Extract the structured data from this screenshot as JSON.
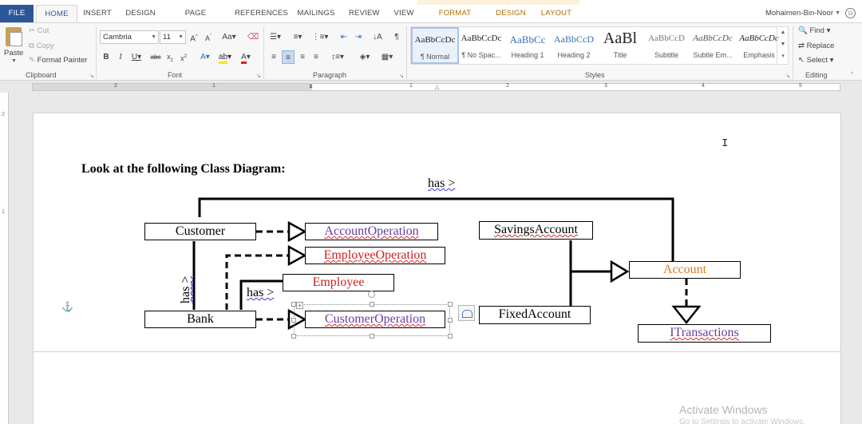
{
  "ribbon_tabs": {
    "file": "FILE",
    "home": "HOME",
    "insert": "INSERT",
    "design": "DESIGN",
    "page_layout": "PAGE LAYOUT",
    "references": "REFERENCES",
    "mailings": "MAILINGS",
    "review": "REVIEW",
    "view": "VIEW",
    "format": "FORMAT",
    "drawing_design": "DESIGN",
    "drawing_layout": "LAYOUT"
  },
  "user": {
    "name": "Mohaimen-Bin-Noor"
  },
  "clipboard": {
    "paste": "Paste",
    "cut": "Cut",
    "copy": "Copy",
    "format_painter": "Format Painter",
    "group": "Clipboard"
  },
  "font": {
    "family": "Cambria",
    "size": "11",
    "group": "Font"
  },
  "paragraph": {
    "group": "Paragraph"
  },
  "styles": {
    "group": "Styles",
    "items": [
      {
        "sample": "AaBbCcDc",
        "name": "¶ Normal"
      },
      {
        "sample": "AaBbCcDc",
        "name": "¶ No Spac..."
      },
      {
        "sample": "AaBbCc",
        "name": "Heading 1"
      },
      {
        "sample": "AaBbCcD",
        "name": "Heading 2"
      },
      {
        "sample": "AaBl",
        "name": "Title"
      },
      {
        "sample": "AaBbCcD",
        "name": "Subtitle"
      },
      {
        "sample": "AaBbCcDc",
        "name": "Subtle Em..."
      },
      {
        "sample": "AaBbCcDc",
        "name": "Emphasis"
      }
    ]
  },
  "editing": {
    "group": "Editing",
    "find": "Find",
    "replace": "Replace",
    "select": "Select"
  },
  "ruler": {
    "numbers": [
      "2",
      "1",
      "1",
      "1",
      "2",
      "3",
      "4",
      "5"
    ]
  },
  "vruler": {
    "numbers": [
      "2",
      "1"
    ]
  },
  "document": {
    "heading": "Look at the following Class Diagram:",
    "diagram": {
      "classes": {
        "customer": "Customer",
        "account_operation": "AccountOperation",
        "employee_operation": "EmployeeOperation",
        "employee": "Employee",
        "bank": "Bank",
        "customer_operation": "CustomerOperation",
        "savings_account": "SavingsAccount",
        "fixed_account": "FixedAccount",
        "account": "Account",
        "itransactions": "ITransactions"
      },
      "relations": {
        "top_has": "has >",
        "vertical_has": "has >",
        "employee_has": "has >"
      }
    }
  },
  "watermark": {
    "line1": "Activate Windows",
    "line2": "Go to Settings to activate Windows."
  },
  "colors": {
    "file_tab": "#2b579a",
    "red_class": "#d02020",
    "purple_class": "#6a3aa0",
    "orange_class": "#e07a1c"
  }
}
